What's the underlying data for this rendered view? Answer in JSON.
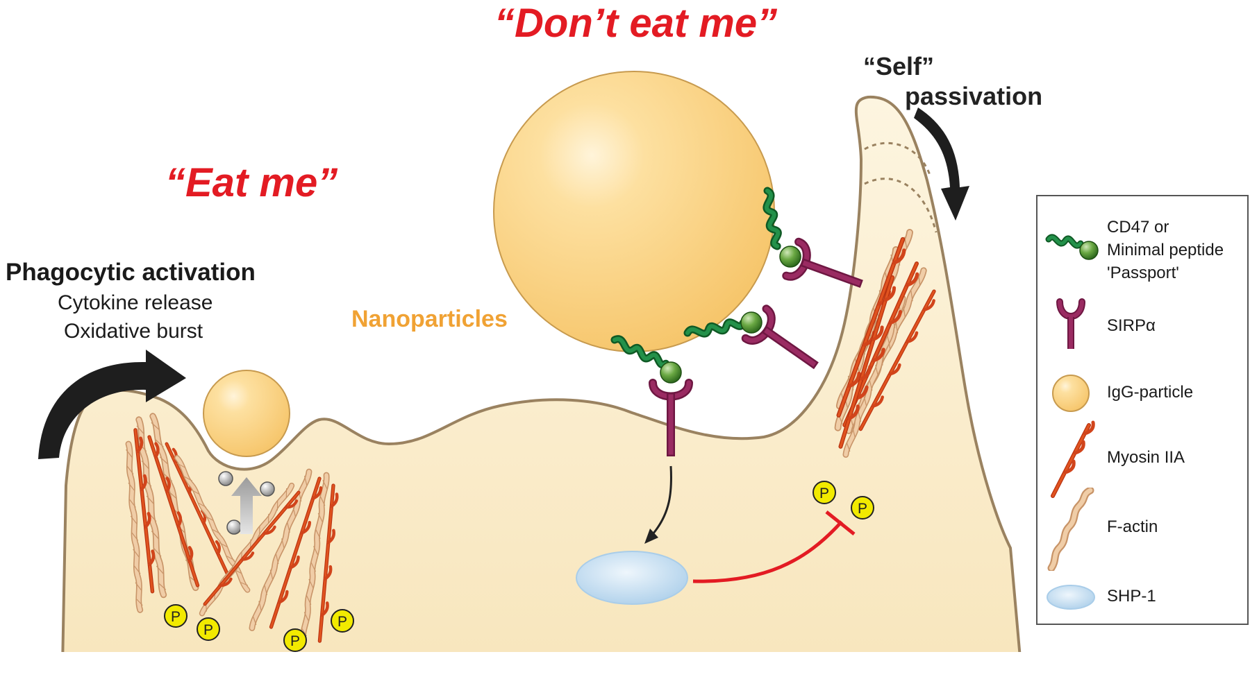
{
  "titles": {
    "dont_eat_me": "“Don’t eat me”",
    "eat_me": "“Eat me”"
  },
  "activation": {
    "title": "Phagocytic activation",
    "line1": "Cytokine release",
    "line2": "Oxidative burst"
  },
  "self_passivation": {
    "line1": "“Self”",
    "line2": "passivation"
  },
  "nanoparticles_label": "Nanoparticles",
  "phospho_label": "P",
  "legend": {
    "items": [
      {
        "icon": "cd47-icon",
        "lines": [
          "CD47 or",
          "Minimal peptide",
          "'Passport'"
        ]
      },
      {
        "icon": "sirpa-icon",
        "lines": [
          "SIRPα"
        ]
      },
      {
        "icon": "igg-particle-icon",
        "lines": [
          "IgG-particle"
        ]
      },
      {
        "icon": "myosin-iia-icon",
        "lines": [
          "Myosin IIA"
        ]
      },
      {
        "icon": "f-actin-icon",
        "lines": [
          "F-actin"
        ]
      },
      {
        "icon": "shp-1-icon",
        "lines": [
          "SHP-1"
        ]
      }
    ]
  },
  "colors": {
    "title_red": "#e31b23",
    "nanoparticle_orange": "#f0a234",
    "cell_fill": "#fbf0d5",
    "cell_outline": "#9a8260",
    "particle_fill": "#fbd58a",
    "cd47_green": "#1e7a36",
    "sirpa_purple": "#8c1f56",
    "myosin_red": "#d1441b",
    "actin_tan": "#e6b98e",
    "shp1_blue": "#bcd8ee",
    "phospho_yellow": "#f2ea00",
    "inhibition_red": "#e31b23"
  }
}
